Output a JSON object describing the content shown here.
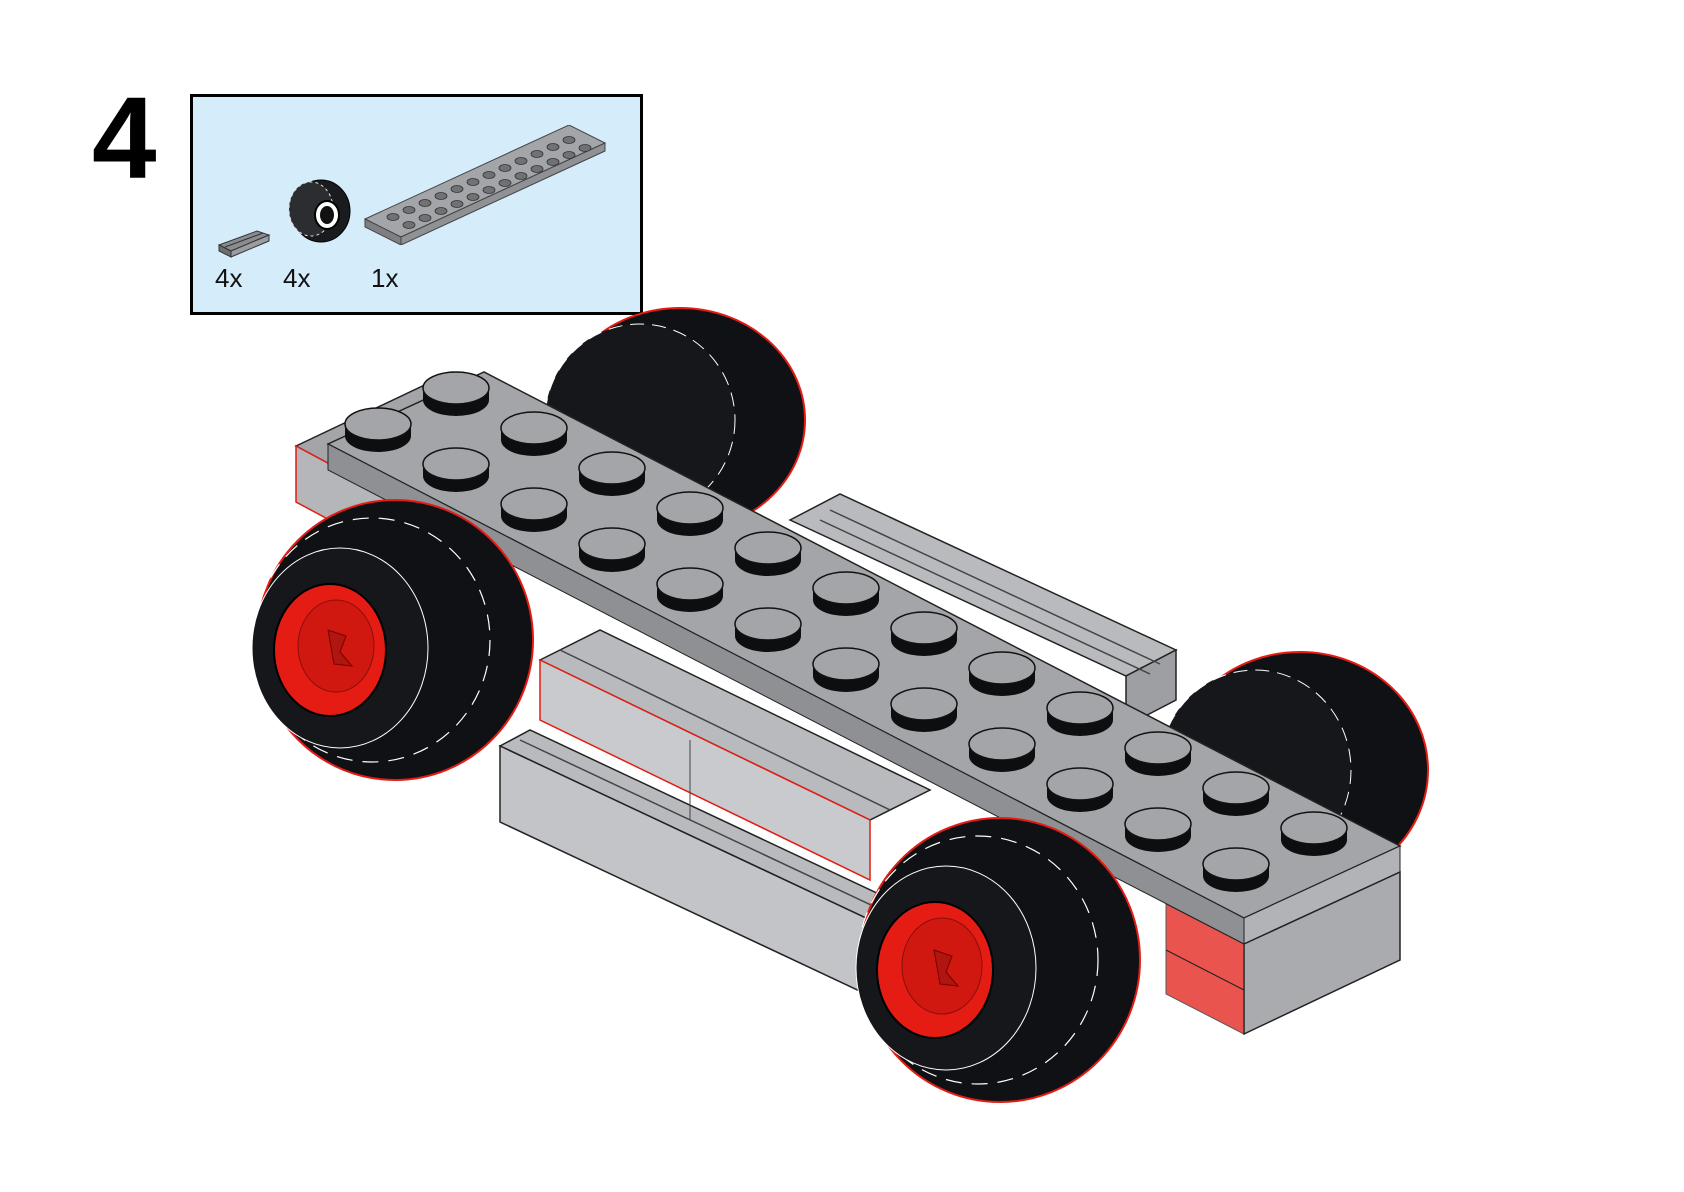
{
  "step": {
    "number": "4"
  },
  "parts_list": {
    "items": [
      {
        "name": "pin-icon",
        "quantity": "4x"
      },
      {
        "name": "wheel-icon",
        "quantity": "4x"
      },
      {
        "name": "plate-icon",
        "quantity": "1x"
      }
    ],
    "background": "#d5ecfb"
  },
  "colors": {
    "brick_gray": "#a3a5a8",
    "tire_black": "#0f1115",
    "hub_red": "#e41c14"
  }
}
